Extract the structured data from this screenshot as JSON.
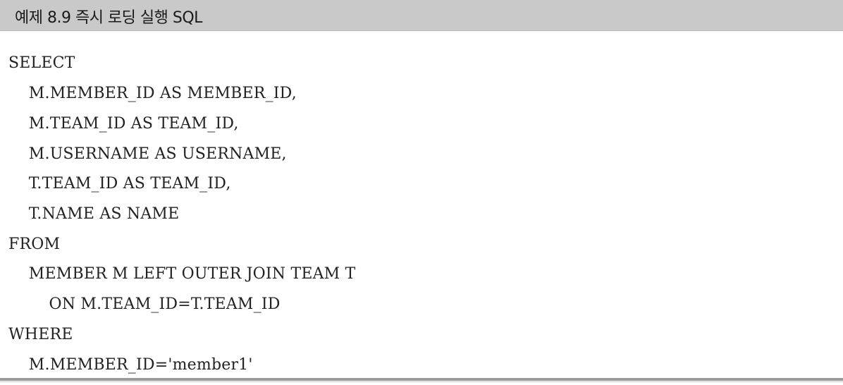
{
  "header": {
    "title": "예제 8.9 즉시 로딩 실행 SQL"
  },
  "code": {
    "lines": [
      "SELECT",
      "    M.MEMBER_ID AS MEMBER_ID,",
      "    M.TEAM_ID AS TEAM_ID,",
      "    M.USERNAME AS USERNAME,",
      "    T.TEAM_ID AS TEAM_ID,",
      "    T.NAME AS NAME",
      "FROM",
      "    MEMBER M LEFT OUTER JOIN TEAM T",
      "        ON M.TEAM_ID=T.TEAM_ID",
      "WHERE",
      "    M.MEMBER_ID='member1'"
    ]
  }
}
